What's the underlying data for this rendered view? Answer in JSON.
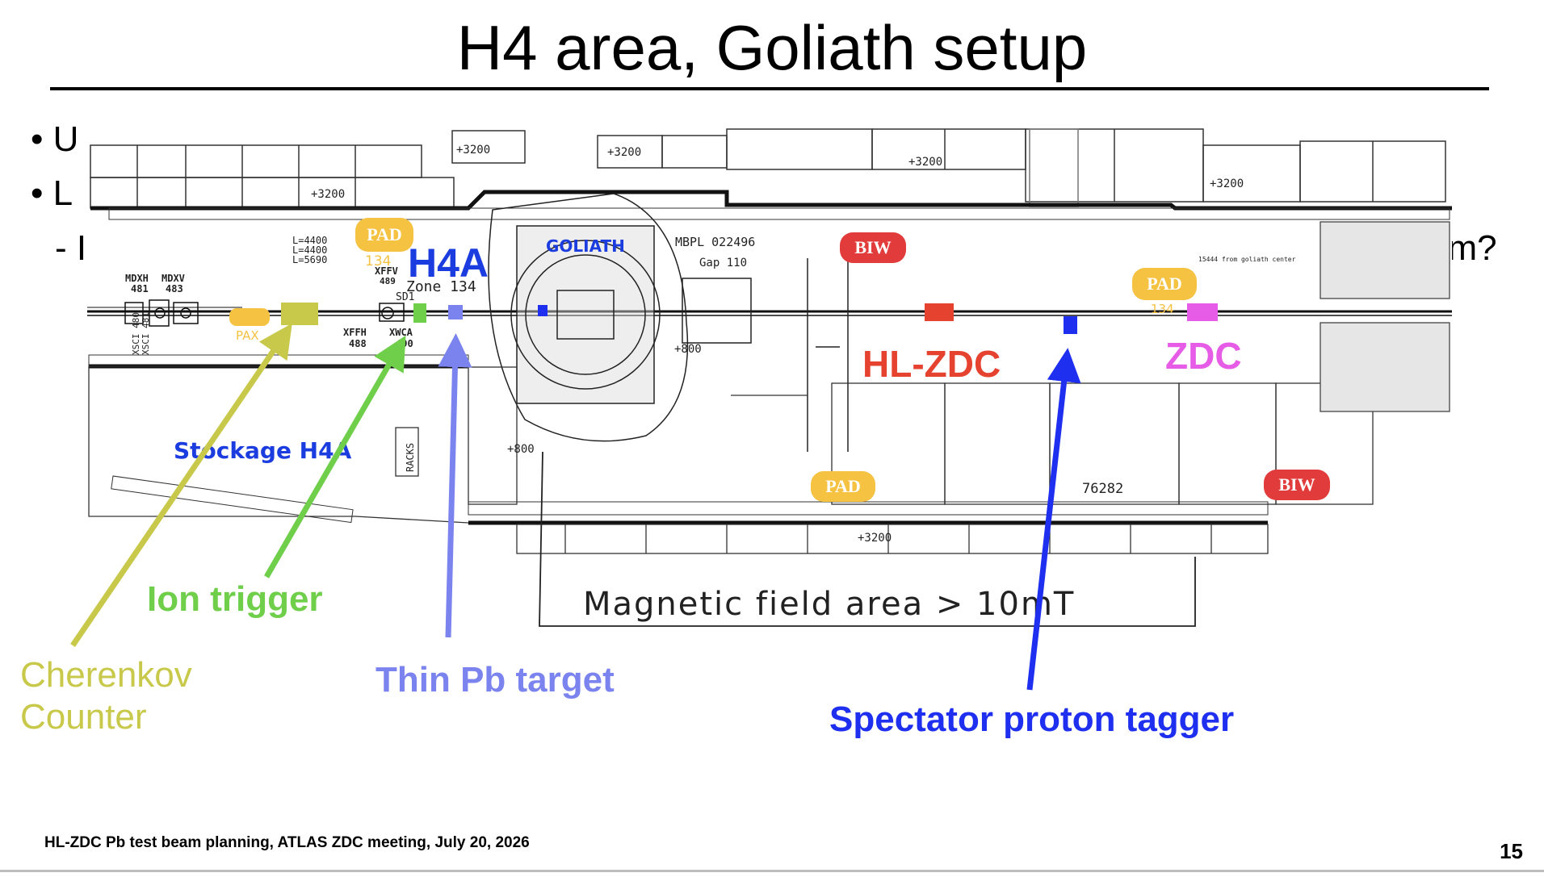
{
  "slide": {
    "title": "H4 area, Goliath setup",
    "bullets_partial": [
      "U",
      "L",
      "- I"
    ],
    "right_partial": "am?",
    "footer": "HL-ZDC Pb test beam planning, ATLAS ZDC meeting, July 20, 2026",
    "page_number": "15"
  },
  "drawing": {
    "dims": {
      "d1": "+3200",
      "d2": "+3200",
      "d3": "+3200",
      "d4": "+3200",
      "d5": "+3200",
      "d6": "+3200",
      "d7": "+800",
      "d8": "+800",
      "d9": "76282"
    },
    "lengths": [
      "L=4400",
      "L=4400",
      "L=5690"
    ],
    "magnets_left": [
      "MDXH",
      "MDXV",
      "481",
      "483"
    ],
    "vertical_tags": [
      "XSCI 480",
      "XSCI 481"
    ],
    "xffv": [
      "XFFV",
      "489"
    ],
    "xffh": [
      "XFFH",
      "488"
    ],
    "xwca": [
      "XWCA",
      "490"
    ],
    "sd": "SD1",
    "pax": "PAX",
    "pad": "PAD",
    "pad_num": "134",
    "pad_num_r": "134",
    "area_name": "H4A",
    "zone": "Zone 134",
    "goliath": "GOLIATH",
    "mbpl": "MBPL 022496",
    "gap": "Gap 110",
    "biw": "BIW",
    "storage": "Stockage H4A",
    "racks": "RACKS",
    "magnetic_field": "Magnetic field area > 10mT",
    "small_note": "15444 from goliath center"
  },
  "annotations": {
    "hl_zdc": "HL-ZDC",
    "zdc": "ZDC",
    "ion_trigger": "Ion trigger",
    "cherenkov_1": "Cherenkov",
    "cherenkov_2": "Counter",
    "thin_target": "Thin Pb target",
    "spectator": "Spectator proton tagger"
  },
  "colors": {
    "cherenkov": "#c8c84a",
    "ion_trigger": "#6fcf4a",
    "thin_target": "#7b83ee",
    "hl_zdc": "#e5432f",
    "zdc": "#e65ce6",
    "spectator": "#1e2ff0",
    "pad": "#f5c242",
    "biw": "#e23b3b",
    "h4a": "#1b3de0"
  }
}
